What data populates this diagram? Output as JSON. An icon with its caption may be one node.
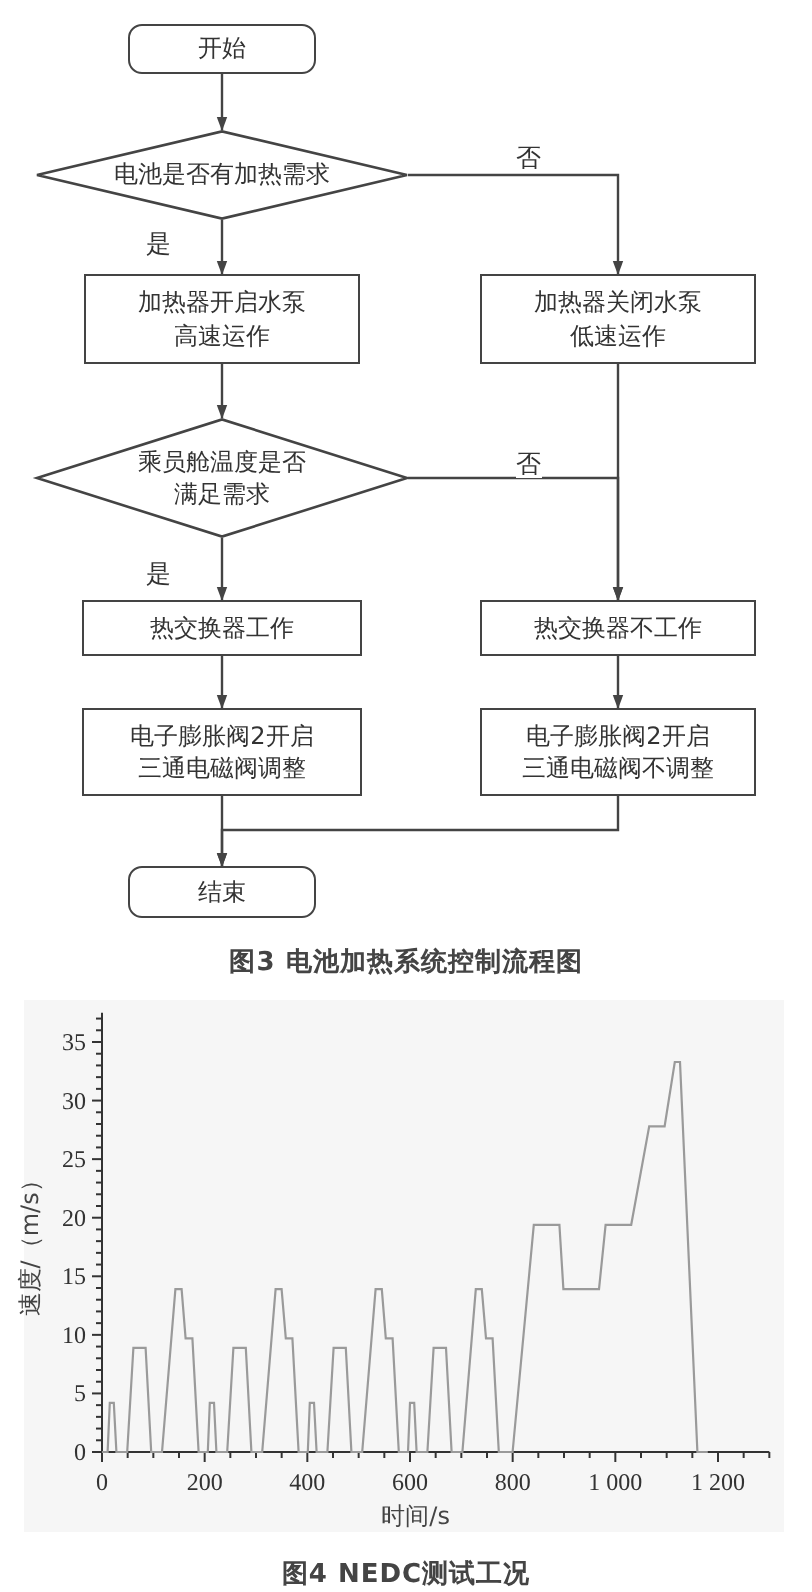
{
  "diagram": {
    "caption": "图3 电池加热系统控制流程图",
    "nodes": [
      {
        "text": [
          "开始"
        ]
      },
      {
        "text": [
          "电池是否有加热需求"
        ]
      },
      {
        "text": [
          "加热器开启水泵高速运作"
        ]
      },
      {
        "text": [
          "加热器关闭水泵低速运作"
        ]
      },
      {
        "text": [
          "乘员舱温度是否满足需求"
        ]
      },
      {
        "text": [
          "热交换器工作"
        ]
      },
      {
        "text": [
          "热交换器不工作"
        ]
      },
      {
        "text": [
          "电子膨胀阀2开启三通电磁阀调整"
        ]
      },
      {
        "text": [
          "电子膨胀阀2开启三通电磁阀不调整"
        ]
      },
      {
        "text": [
          "结束"
        ]
      }
    ],
    "edges": [
      {
        "from": 0,
        "to": 1,
        "arrow": "to"
      },
      {
        "from": 1,
        "to": 2,
        "arrow": "to",
        "label": "是"
      },
      {
        "from": 1,
        "to": 3,
        "arrow": "to",
        "label": "否"
      },
      {
        "from": 2,
        "to": 4,
        "arrow": "to"
      },
      {
        "from": 4,
        "to": 5,
        "arrow": "to",
        "label": "是"
      },
      {
        "from": 3,
        "to": 6,
        "arrow": "to"
      },
      {
        "from": 4,
        "to": 6,
        "arrow": "to",
        "label": "否"
      },
      {
        "from": 5,
        "to": 7,
        "arrow": "to"
      },
      {
        "from": 6,
        "to": 8,
        "arrow": "to"
      },
      {
        "from": 7,
        "to": 9,
        "arrow": "to"
      },
      {
        "from": 8,
        "to": 9,
        "arrow": "to"
      }
    ],
    "chart_data": {
      "type": "line",
      "title": "图4 NEDC测试工况",
      "xlabel": "时间/s",
      "ylabel": "速度/（m/s）",
      "x": [
        0,
        11,
        15,
        23,
        28,
        49,
        61,
        85,
        96,
        117,
        143,
        155,
        163,
        176,
        188,
        195,
        206,
        210,
        218,
        223,
        244,
        256,
        280,
        291,
        312,
        338,
        350,
        358,
        371,
        383,
        390,
        401,
        405,
        413,
        418,
        439,
        451,
        475,
        486,
        507,
        533,
        545,
        553,
        566,
        578,
        585,
        596,
        600,
        608,
        613,
        634,
        646,
        670,
        681,
        702,
        728,
        740,
        748,
        761,
        773,
        780,
        800,
        841,
        891,
        899,
        968,
        981,
        1031,
        1066,
        1096,
        1116,
        1126,
        1160,
        1180
      ],
      "series": [
        {
          "color": "#9a9a9a",
          "values": [
            0,
            0,
            4.2,
            4.2,
            0,
            0,
            8.9,
            8.9,
            0,
            0,
            13.9,
            13.9,
            9.7,
            9.7,
            0,
            0,
            0,
            4.2,
            4.2,
            0,
            0,
            8.9,
            8.9,
            0,
            0,
            13.9,
            13.9,
            9.7,
            9.7,
            0,
            0,
            0,
            4.2,
            4.2,
            0,
            0,
            8.9,
            8.9,
            0,
            0,
            13.9,
            13.9,
            9.7,
            9.7,
            0,
            0,
            0,
            4.2,
            4.2,
            0,
            0,
            8.9,
            8.9,
            0,
            0,
            13.9,
            13.9,
            9.7,
            9.7,
            0,
            0,
            0,
            19.4,
            19.4,
            13.9,
            13.9,
            19.4,
            19.4,
            27.8,
            27.8,
            33.3,
            33.3,
            0,
            0
          ]
        }
      ],
      "xlim": [
        0,
        1300
      ],
      "ylim": [
        0,
        37.5
      ],
      "xticks": [
        0,
        200,
        400,
        600,
        800,
        {
          "value": 1000,
          "label": "1 000"
        },
        {
          "value": 1200,
          "label": "1 200"
        }
      ],
      "yticks": [
        0,
        5,
        10,
        15,
        20,
        25,
        30,
        35
      ]
    }
  }
}
